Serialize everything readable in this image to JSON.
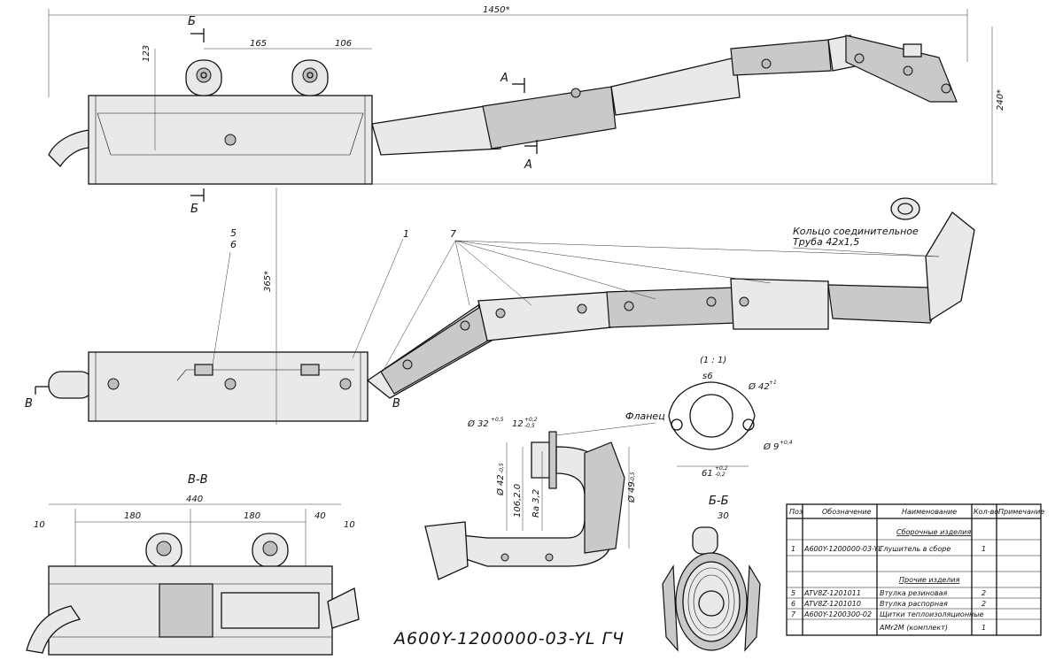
{
  "drawing": {
    "title": "A600Y-1200000-03-YL ГЧ",
    "section_labels": {
      "vv": "В-В",
      "bb": "Б-Б",
      "scale": "(1 : 1)"
    },
    "cut_marks": {
      "b": "Б",
      "a": "А",
      "v": "В"
    },
    "dims_top": {
      "total_length": "1450*",
      "height": "240*",
      "d165": "165",
      "d106": "106",
      "d123": "123"
    },
    "dims_mid": {
      "d365": "365*"
    },
    "dims_vv": {
      "d440": "440",
      "d180a": "180",
      "d180b": "180",
      "d40": "40",
      "d10a": "10",
      "d10b": "10"
    },
    "dims_pipe": {
      "d32": "Ø 32",
      "d32_tol": "+0,5",
      "d12": "12",
      "d12_tol_up": "+0,2",
      "d12_tol_dn": "-0,5",
      "d42": "Ø 42",
      "d42_tol": "-0,5",
      "d106": "106,2.0",
      "ra": "Ra 3,2",
      "d49": "Ø 49",
      "d49_tol": "-0,5"
    },
    "dims_flange": {
      "s6": "s6",
      "d42": "Ø 42",
      "d42_tol": "+1",
      "d9": "Ø 9",
      "d9_tol": "+0,4",
      "d61": "61",
      "d61_tol_up": "+0,2",
      "d61_tol_dn": "-0,2"
    },
    "dims_bb": {
      "d30": "30"
    },
    "callouts": {
      "c1": "1",
      "c5": "5",
      "c6": "6",
      "c7": "7",
      "ring_line1": "Кольцо соединительное",
      "ring_line2": "Труба 42х1,5",
      "flange": "Фланец"
    }
  },
  "bom": {
    "headers": [
      "Поз",
      "Обозначение",
      "Наименование",
      "Кол-во",
      "Примечание"
    ],
    "rows": [
      {
        "pos": "",
        "code": "",
        "name": "Сборочные изделия",
        "qty": "",
        "note": ""
      },
      {
        "pos": "1",
        "code": "A600Y-1200000-03-YL",
        "name": "Глушитель в сборе",
        "qty": "1",
        "note": ""
      },
      {
        "pos": "",
        "code": "",
        "name": "Прочие изделия",
        "qty": "",
        "note": ""
      },
      {
        "pos": "5",
        "code": "ATV8Z-1201011",
        "name": "Втулка резиновая",
        "qty": "2",
        "note": ""
      },
      {
        "pos": "6",
        "code": "ATV8Z-1201010",
        "name": "Втулка распорная",
        "qty": "2",
        "note": ""
      },
      {
        "pos": "7",
        "code": "A600Y-1200300-02",
        "name": "Щитки теплоизоляционные",
        "qty": "",
        "note": ""
      },
      {
        "pos": "",
        "code": "",
        "name": "AMr2M (комплект)",
        "qty": "1",
        "note": ""
      }
    ]
  }
}
